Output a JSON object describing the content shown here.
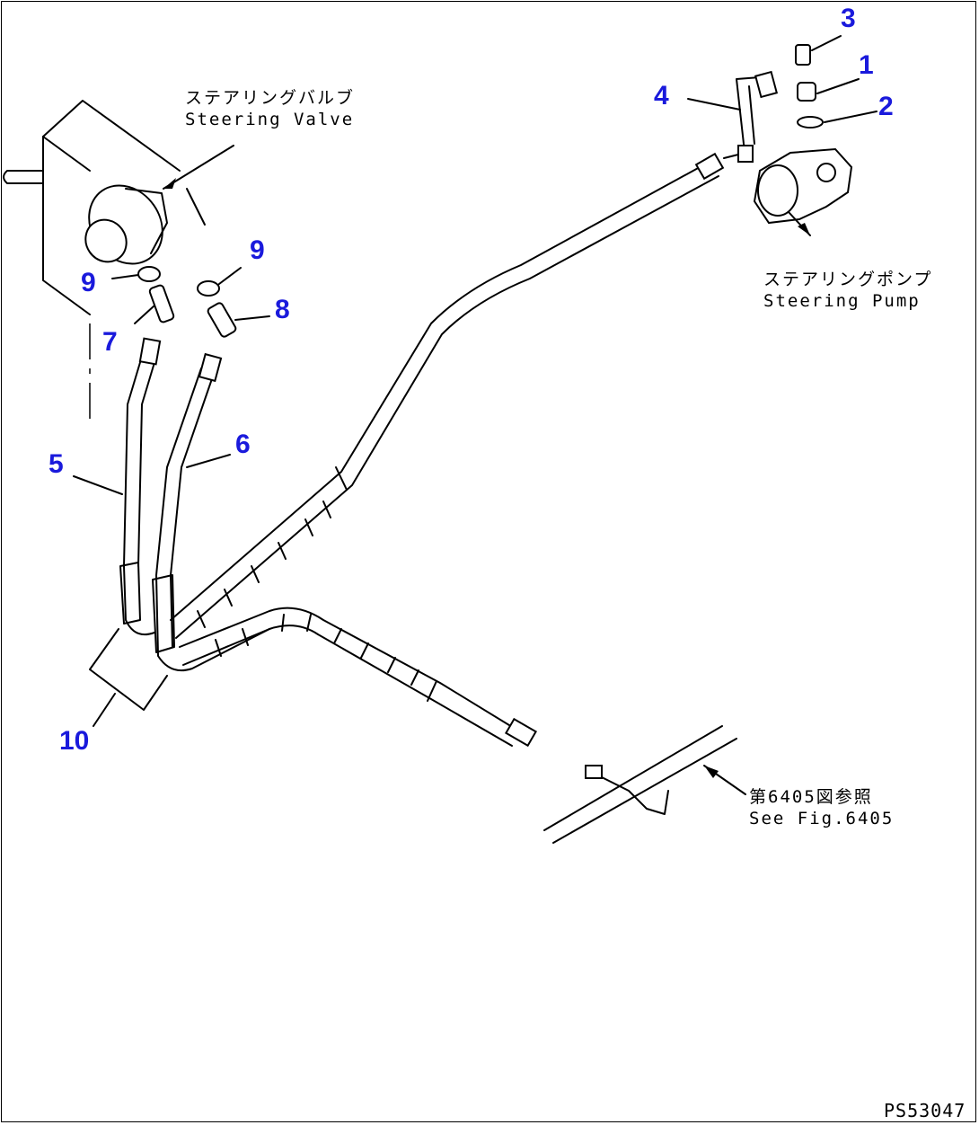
{
  "diagram": {
    "callouts": {
      "c1": "1",
      "c2": "2",
      "c3": "3",
      "c4": "4",
      "c5": "5",
      "c6": "6",
      "c7": "7",
      "c8": "8",
      "c9a": "9",
      "c9b": "9",
      "c10": "10"
    },
    "captions": {
      "valve_jp": "ステアリングバルブ",
      "valve_en": "Steering Valve",
      "pump_jp": "ステアリングポンプ",
      "pump_en": "Steering Pump",
      "ref_jp": "第6405図参照",
      "ref_en": "See Fig.6405"
    },
    "drawing_id": "PS53047",
    "colors": {
      "callout": "#1a1adc",
      "line": "#000000"
    }
  }
}
